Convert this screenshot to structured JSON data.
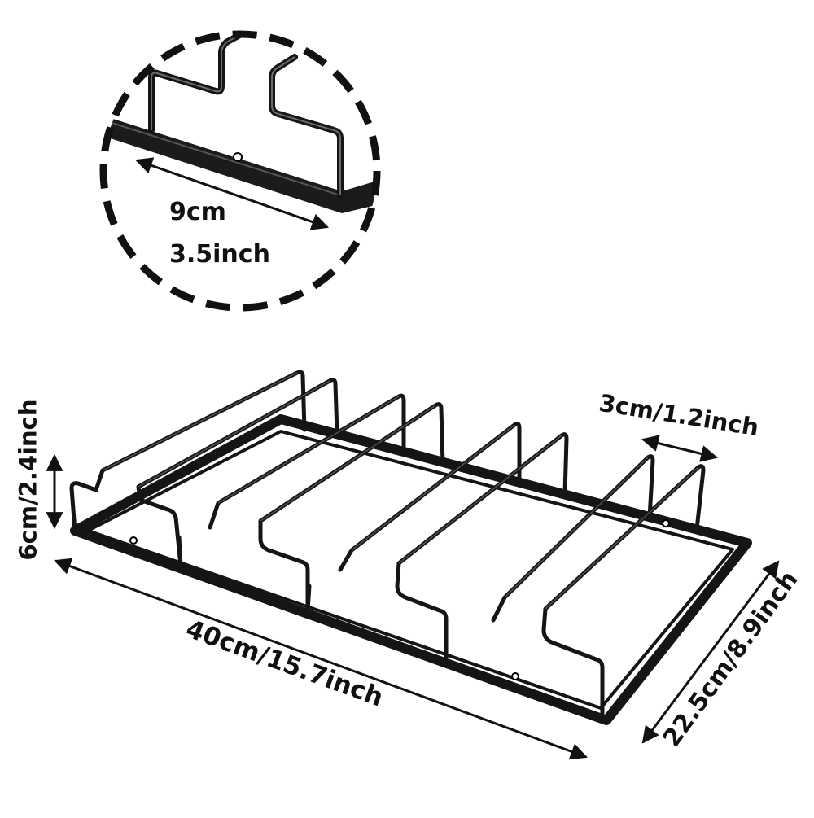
{
  "colors": {
    "background": "#ffffff",
    "rack": "#151515",
    "text": "#111111"
  },
  "detail": {
    "width_cm": "9cm",
    "width_inch": "3.5inch"
  },
  "dimensions": {
    "slot_width": "3cm/1.2inch",
    "height": "6cm/2.4inch",
    "length": "40cm/15.7inch",
    "depth": "22.5cm/8.9inch"
  }
}
